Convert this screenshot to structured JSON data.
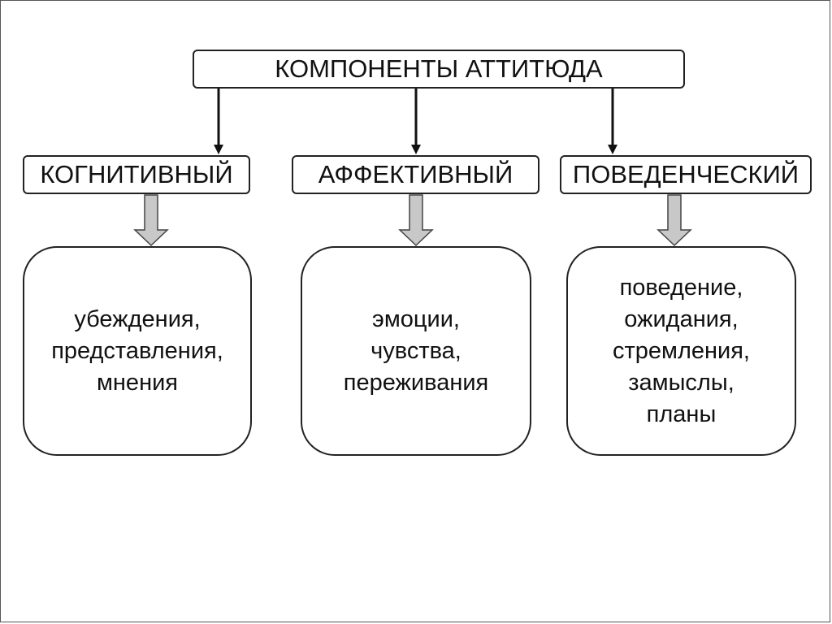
{
  "diagram": {
    "title": "КОМПОНЕНТЫ АТТИТЮДА",
    "components": [
      {
        "label": "КОГНИТИВНЫЙ",
        "details": [
          "убеждения,",
          "представления,",
          "мнения"
        ]
      },
      {
        "label": "АФФЕКТИВНЫЙ",
        "details": [
          "эмоции,",
          "чувства,",
          "переживания"
        ]
      },
      {
        "label": "ПОВЕДЕНЧЕСКИЙ",
        "details": [
          "поведение,",
          "ожидания,",
          "стремления,",
          "замыслы,",
          "планы"
        ]
      }
    ]
  }
}
